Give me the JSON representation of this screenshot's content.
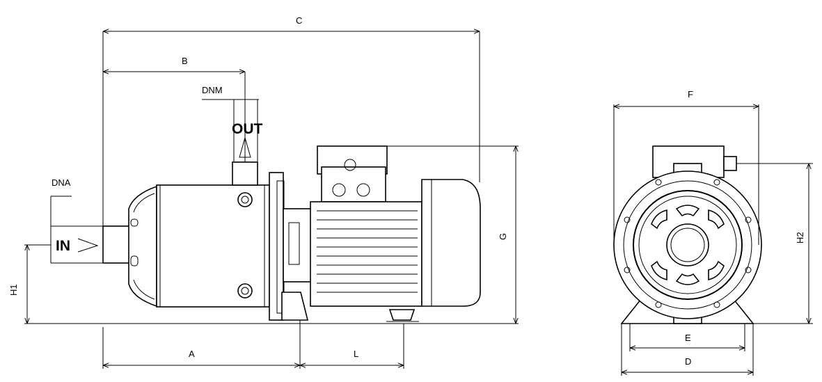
{
  "dimensions": {
    "A": "A",
    "B": "B",
    "C": "C",
    "D": "D",
    "E": "E",
    "F": "F",
    "G": "G",
    "H1": "H1",
    "H2": "H2",
    "L": "L",
    "DNA": "DNA",
    "DNM": "DNM"
  },
  "ports": {
    "inlet": "IN",
    "outlet": "OUT"
  }
}
